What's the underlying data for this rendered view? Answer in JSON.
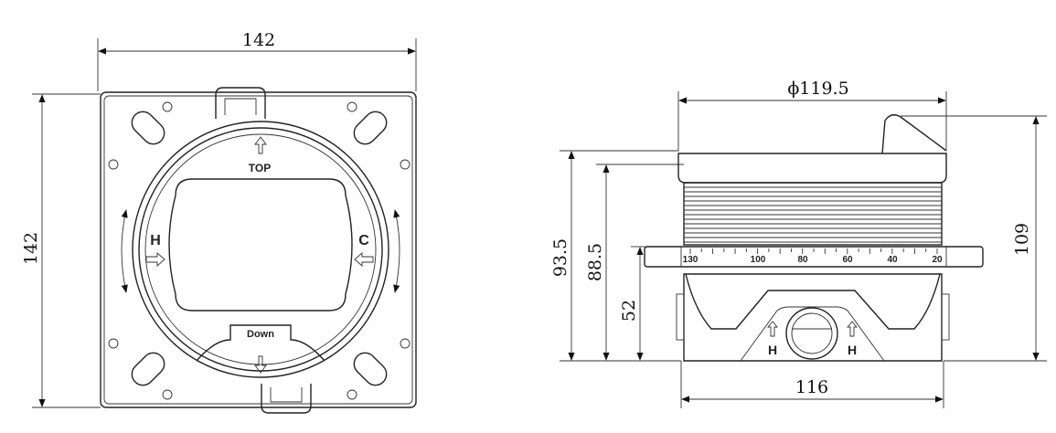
{
  "front_view": {
    "width_dim": "142",
    "height_dim": "142",
    "top_label": "TOP",
    "down_label": "Down",
    "hot_label": "H",
    "cold_label": "C"
  },
  "side_view": {
    "diameter_dim": "ϕ119.5",
    "height_109": "109",
    "height_93_5": "93.5",
    "height_88_5": "88.5",
    "height_52": "52",
    "width_dim": "116",
    "scale_labels": [
      "130",
      "100",
      "80",
      "60",
      "40",
      "20"
    ],
    "hot_label_left": "H",
    "hot_label_right": "H"
  }
}
